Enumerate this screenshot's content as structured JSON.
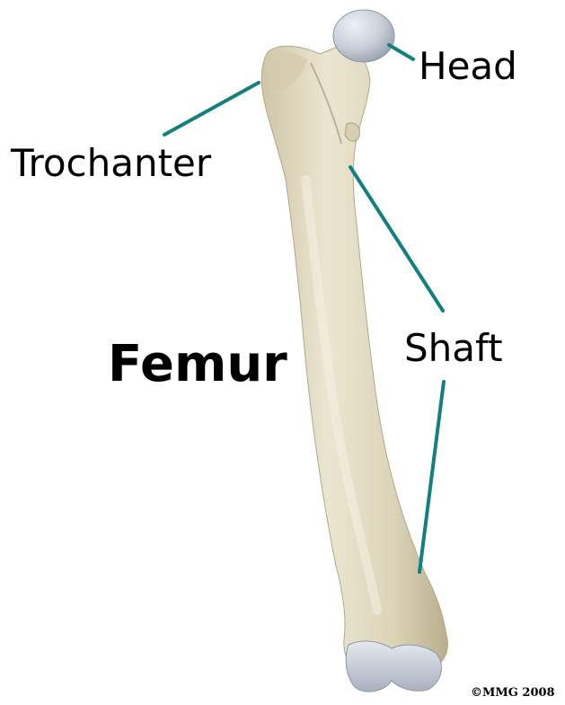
{
  "labels": {
    "head": "Head",
    "trochanter": "Trochanter",
    "title": "Femur",
    "shaft": "Shaft",
    "copyright": "©MMG 2008"
  },
  "colors": {
    "bone": "#e2dcc4",
    "bone_shade": "#c9bf9f",
    "bone_dark": "#a89e7e",
    "cartilage": "#c8ced8",
    "cartilage_shade": "#9aa4b2",
    "leader": "#138080",
    "text": "#000000"
  }
}
